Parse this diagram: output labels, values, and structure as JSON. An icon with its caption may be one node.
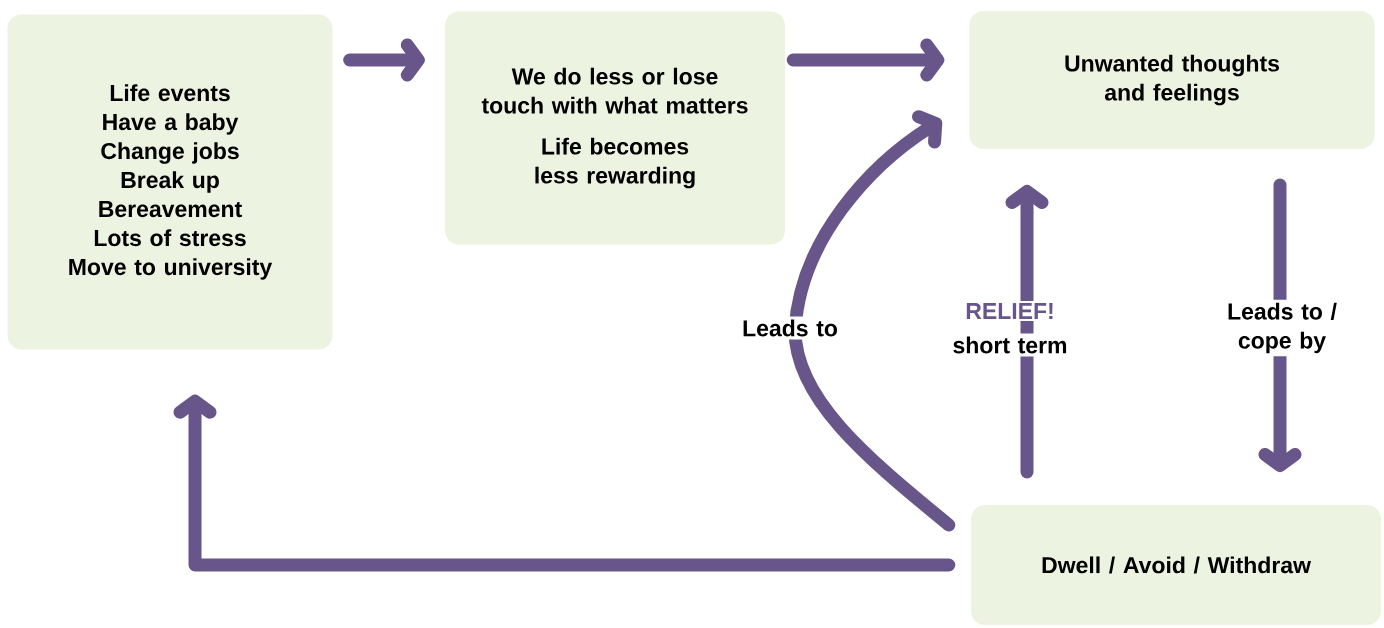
{
  "diagram": {
    "nodes": [
      {
        "text": [
          "Life events",
          "Have a baby",
          "Change jobs",
          "Break up",
          "Bereavement",
          "Lots of stress",
          "Move to university"
        ]
      },
      {
        "text": [
          "We do less or lose touch with what matters",
          "Life becomes less rewarding"
        ]
      },
      {
        "text": [
          "Unwanted thoughts and feelings"
        ]
      },
      {
        "text": [
          "Dwell / Avoid / Withdraw"
        ]
      }
    ],
    "edges": [
      {
        "from": 0,
        "to": 1,
        "arrow": "to"
      },
      {
        "from": 1,
        "to": 2,
        "arrow": "to"
      },
      {
        "from": 3,
        "to": 2,
        "arrow": "to",
        "label": "Leads to"
      },
      {
        "from": 3,
        "to": 2,
        "arrow": "to",
        "label": "short term"
      },
      {
        "from": 2,
        "to": 3,
        "arrow": "to",
        "label": "Leads to / cope by"
      },
      {
        "from": 3,
        "to": 0,
        "arrow": "to"
      }
    ],
    "labels": [
      "RELIEF!"
    ]
  }
}
